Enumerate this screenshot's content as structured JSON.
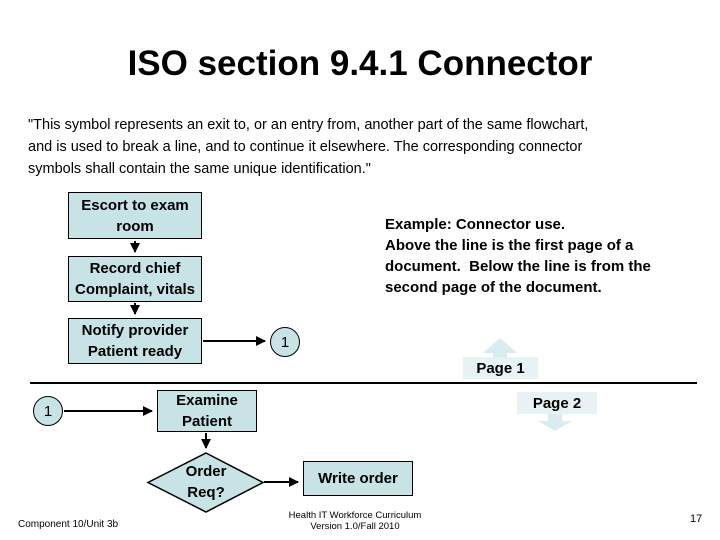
{
  "colors": {
    "shape_fill": "#c7e3e5",
    "shape_border": "#000000",
    "callout_rect_fill": "#e7f2f4",
    "callout_arrow_fill": "#d9ecef",
    "arrow_color": "#000000",
    "text_color": "#000000"
  },
  "title": "ISO section 9.4.1 Connector",
  "quote": {
    "lines": [
      "\"This symbol represents an exit to, or an entry from, another part of the same flowchart,",
      "and is used to break a line, and to continue it elsewhere. The corresponding connector",
      "symbols shall contain the same unique identification.\""
    ]
  },
  "example": {
    "lines": [
      "Example: Connector use.",
      "Above the line is the first page of a",
      "document.  Below the line is from the",
      "second page of the document."
    ]
  },
  "flowchart": {
    "page1_steps": [
      {
        "label": "Escort to exam room"
      },
      {
        "label": "Record chief Complaint, vitals"
      },
      {
        "label": "Notify provider Patient ready"
      }
    ],
    "connector_out_label": "1",
    "connector_in_label": "1",
    "examine_label": "Examine Patient",
    "decision_label": "Order Req?",
    "action_label": "Write order"
  },
  "page_labels": {
    "page1": "Page 1",
    "page2": "Page 2"
  },
  "footer": {
    "left": "Component 10/Unit 3b",
    "center_line1": "Health IT Workforce Curriculum",
    "center_line2": "Version 1.0/Fall 2010",
    "page_number": "17"
  }
}
